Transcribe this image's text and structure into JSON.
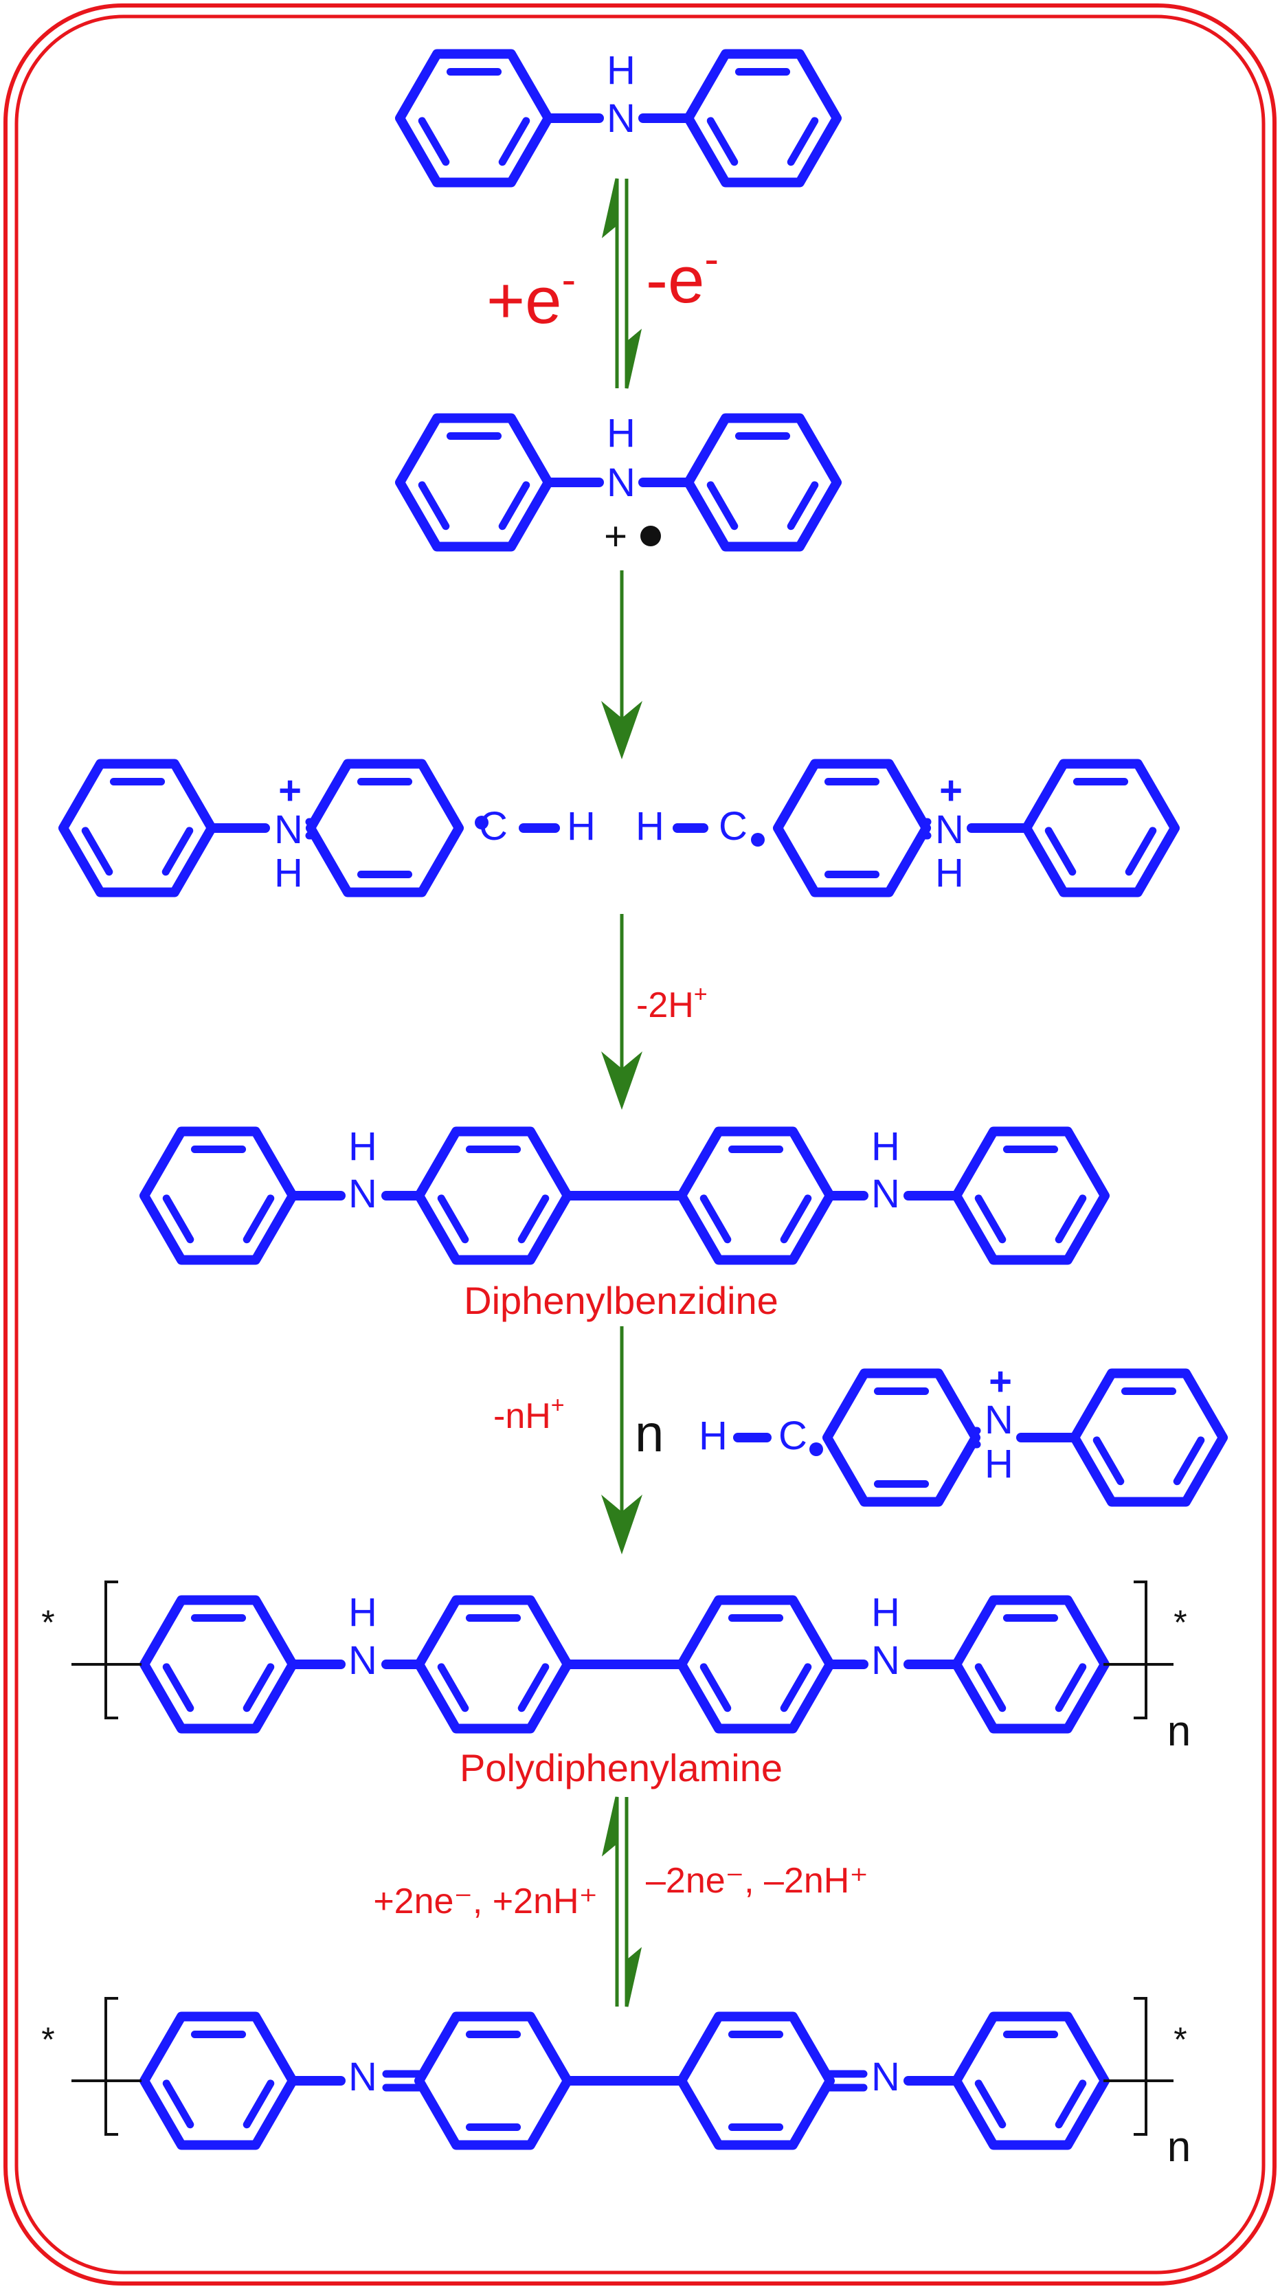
{
  "colors": {
    "structure": "#1a1aff",
    "arrow": "#2e7d1b",
    "label": "#e8161c",
    "frame": "#e8161c",
    "text_black": "#111111"
  },
  "atoms": {
    "nitrogen": "N",
    "hydrogen": "H",
    "carbon": "C",
    "plus": "+"
  },
  "polymer_marks": {
    "end": "*",
    "repeat": "n"
  },
  "steps": {
    "oxidation_forward": "+e",
    "oxidation_backward": "-e",
    "electron_charge": "-",
    "radical_cation": "+",
    "deprotonation": "-2H",
    "proton_charge": "+",
    "coupling_deprotonation": "-nH",
    "coupling_coefficient": "n",
    "redox_forward": "+2ne⁻, +2nH⁺",
    "redox_backward": "–2ne⁻, –2nH⁺"
  },
  "compounds": {
    "dimer": "Diphenylbenzidine",
    "polymer": "Polydiphenylamine"
  }
}
